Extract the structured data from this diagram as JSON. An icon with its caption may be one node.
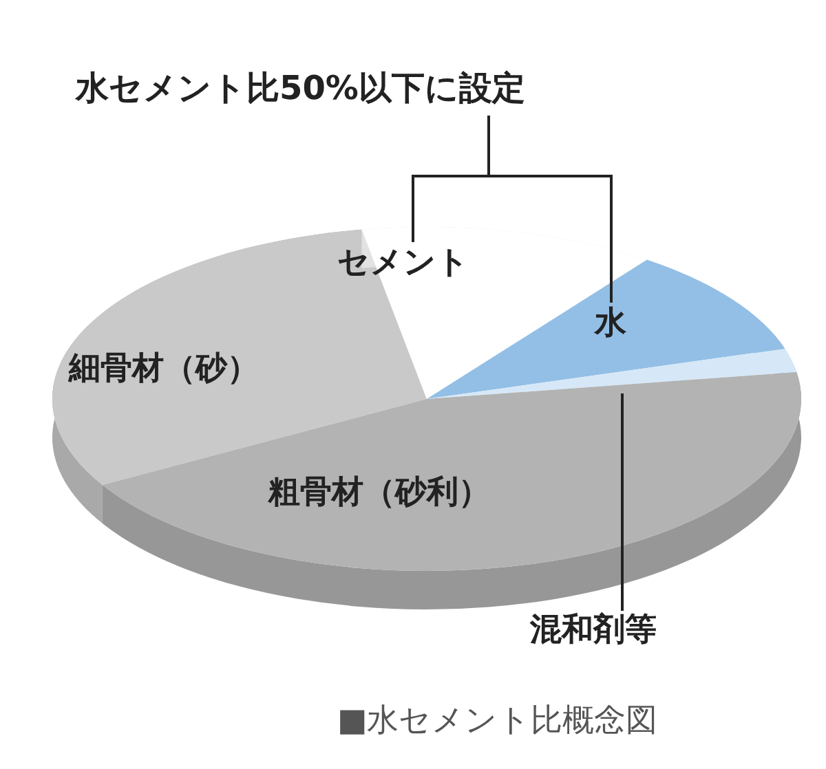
{
  "diagram": {
    "caption": "■水セメント比概念図",
    "nodes": [
      {
        "text": [
          "水セメント比50%以下に設定"
        ]
      },
      {
        "text": [
          "セメント"
        ]
      },
      {
        "text": [
          "水"
        ]
      },
      {
        "text": [],
        "shape": "wedge"
      },
      {
        "text": [
          "粗骨材（砂利）"
        ]
      },
      {
        "text": [
          "細骨材（砂）"
        ]
      },
      {
        "text": [
          "混和剤等"
        ]
      }
    ],
    "edges": [
      {
        "from": 0,
        "to": 1,
        "arrow": "none"
      },
      {
        "from": 0,
        "to": 2,
        "arrow": "none"
      },
      {
        "from": 6,
        "to": 3,
        "arrow": "none"
      }
    ]
  }
}
